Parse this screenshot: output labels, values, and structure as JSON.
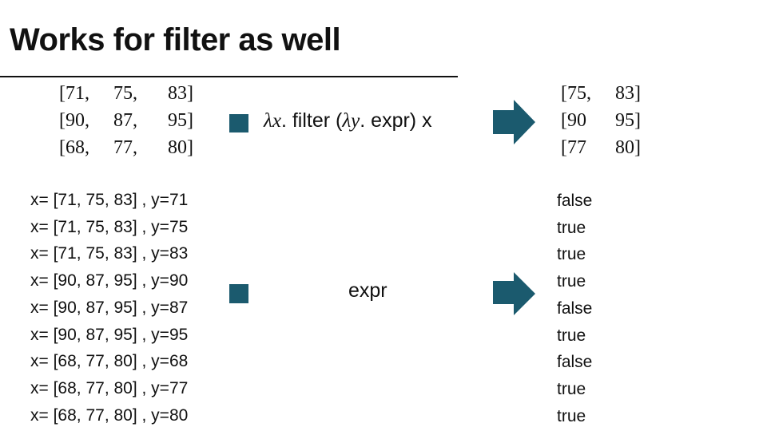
{
  "title": "Works for filter as well",
  "accent_color": "#1b5a6e",
  "input_matrix": [
    [
      "[71,",
      "75,",
      "83]"
    ],
    [
      "[90,",
      "87,",
      "95]"
    ],
    [
      "[68,",
      "77,",
      "80]"
    ]
  ],
  "top_expression": {
    "lambda_x": "λx",
    "mid": ". filter (",
    "lambda_y": "λy",
    "end": ". expr)  x"
  },
  "output_matrix": [
    [
      "[75,",
      "83]"
    ],
    [
      "[90",
      "95]"
    ],
    [
      "[77",
      "80]"
    ]
  ],
  "pairs": [
    "x= [71, 75, 83] , y=71",
    "x= [71, 75, 83] , y=75",
    "x= [71, 75, 83] , y=83",
    "x= [90, 87, 95] , y=90",
    "x= [90, 87, 95] , y=87",
    "x= [90, 87, 95] , y=95",
    "x= [68, 77, 80] , y=68",
    "x= [68, 77, 80] , y=77",
    "x= [68, 77, 80] , y=80"
  ],
  "middle_expression": "expr",
  "results": [
    "false",
    "true",
    "true",
    "true",
    "false",
    "true",
    "false",
    "true",
    "true"
  ]
}
